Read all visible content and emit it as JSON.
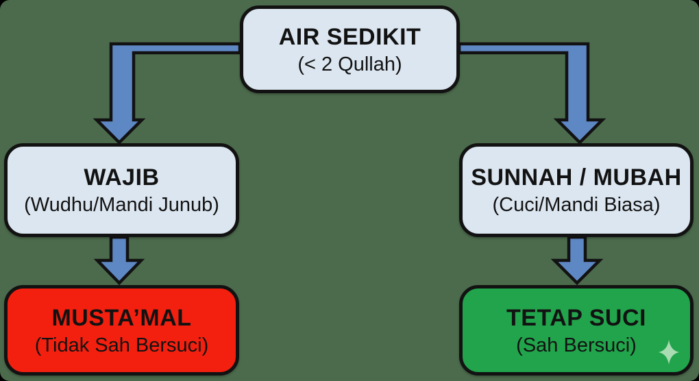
{
  "colors": {
    "background": "#4c6b4c",
    "node_fill": "#dce6f0",
    "node_border": "#121212",
    "arrow_fill": "#5e88c4",
    "arrow_outline": "#121212",
    "invalid_fill": "#f4200f",
    "valid_fill": "#21a44b",
    "sparkle": "#a9dcb3",
    "text": "#121212"
  },
  "diagram": {
    "type": "flowchart",
    "nodes": {
      "root": {
        "title": "AIR SEDIKIT",
        "subtitle": "(< 2 Qullah)"
      },
      "left_branch": {
        "title": "WAJIB",
        "subtitle": "(Wudhu/Mandi Junub)"
      },
      "right_branch": {
        "title": "SUNNAH / MUBAH",
        "subtitle": "(Cuci/Mandi Biasa)"
      },
      "left_result": {
        "title": "MUSTA’MAL",
        "subtitle": "(Tidak Sah Bersuci)"
      },
      "right_result": {
        "title": "TETAP SUCI",
        "subtitle": "(Sah Bersuci)"
      }
    },
    "edges": [
      {
        "from": "root",
        "to": "left_branch",
        "style": "elbow-arrow"
      },
      {
        "from": "root",
        "to": "right_branch",
        "style": "elbow-arrow"
      },
      {
        "from": "left_branch",
        "to": "left_result",
        "style": "straight-arrow"
      },
      {
        "from": "right_branch",
        "to": "right_result",
        "style": "straight-arrow"
      }
    ],
    "decorations": [
      {
        "name": "sparkle-icon",
        "location": "right_result bottom-right"
      }
    ]
  }
}
